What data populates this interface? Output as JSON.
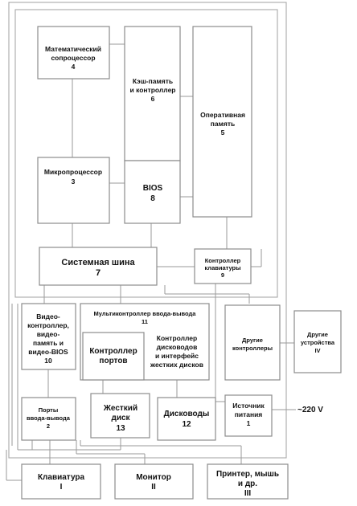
{
  "blocks": {
    "math_coprocessor": {
      "name": "Математический сопроцессор",
      "line1": "Математический",
      "line2": "сопроцессор",
      "num": "4"
    },
    "cache": {
      "line1": "Кэш-память",
      "line2": "и контроллер",
      "num": "6"
    },
    "ram": {
      "line1": "Оперативная",
      "line2": "память",
      "num": "5"
    },
    "cpu": {
      "line1": "Микропроцессор",
      "num": "3"
    },
    "bios": {
      "line1": "BIOS",
      "num": "8"
    },
    "system_bus": {
      "line1": "Системная шина",
      "num": "7"
    },
    "keyboard_controller": {
      "line1": "Контроллер",
      "line2": "клавиатуры",
      "num": "9"
    },
    "video_controller": {
      "line1": "Видео-",
      "line2": "контроллер,",
      "line3": "видео-",
      "line4": "память и",
      "line5": "видео-BIOS",
      "num": "10"
    },
    "io_multicontroller": {
      "line1": "Мультиконтроллер ввода-вывода",
      "num": "11"
    },
    "ports_controller": {
      "line1": "Контроллер",
      "line2": "портов"
    },
    "disk_controller": {
      "line1": "Контроллер",
      "line2": "дисководов",
      "line3": "и интерфейс",
      "line4": "жестких дисков"
    },
    "other_controllers": {
      "line1": "Другие",
      "line2": "контроллеры"
    },
    "other_devices": {
      "line1": "Другие",
      "line2": "устройства",
      "num": "IV"
    },
    "io_ports": {
      "line1": "Порты",
      "line2": "ввода-вывода",
      "num": "2"
    },
    "hard_disk": {
      "line1": "Жесткий",
      "line2": "диск",
      "num": "13"
    },
    "drives": {
      "line1": "Дисководы",
      "num": "12"
    },
    "power_supply": {
      "line1": "Источник",
      "line2": "питания",
      "num": "1"
    },
    "power_input": {
      "label": "~220 V"
    },
    "keyboard": {
      "line1": "Клавиатура",
      "num": "I"
    },
    "monitor": {
      "line1": "Монитор",
      "num": "II"
    },
    "printer": {
      "line1": "Принтер, мышь",
      "line2": "и др.",
      "num": "III"
    }
  }
}
